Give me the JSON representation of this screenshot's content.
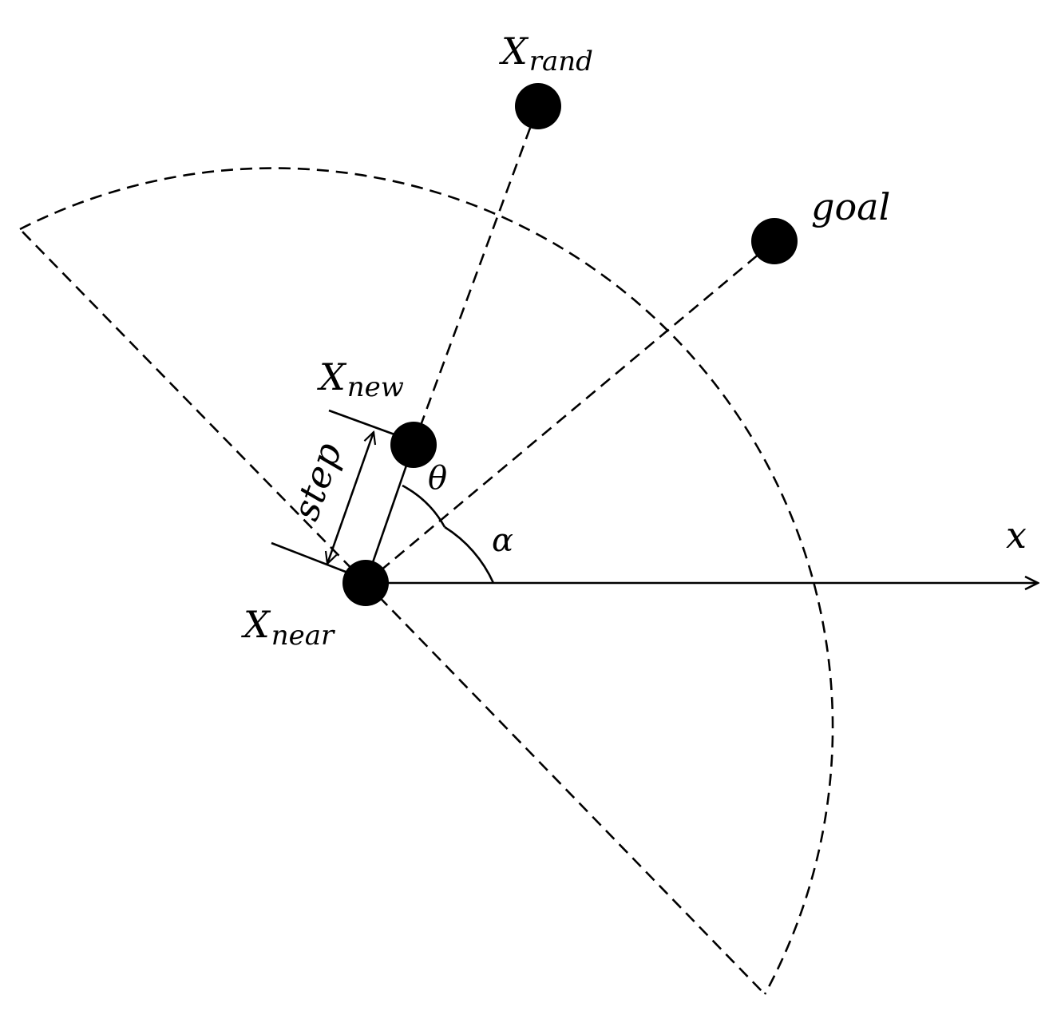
{
  "labels": {
    "x_rand_main": "X",
    "x_rand_sub": "rand",
    "goal": "goal",
    "x_new_main": "X",
    "x_new_sub": "new",
    "x_near_main": "X",
    "x_near_sub": "near",
    "step": "step",
    "theta": "θ",
    "alpha": "α",
    "x_axis": "x"
  },
  "colors": {
    "stroke": "#000000",
    "background": "#ffffff"
  }
}
